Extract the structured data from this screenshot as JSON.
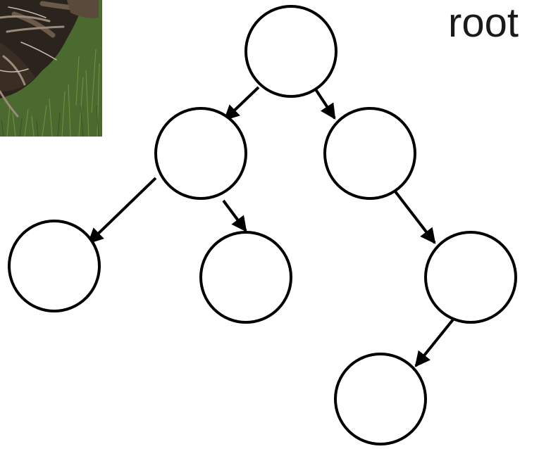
{
  "root_label": "root",
  "photo": {
    "subject": "tree-roots-photo",
    "colors": {
      "grass_dark": "#3c5a2a",
      "grass_light": "#6f8f3f",
      "root_dark": "#2b231d",
      "root_mid": "#5a4a3c",
      "root_light": "#a8998a"
    }
  },
  "tree": {
    "node_fill": "#ffffff",
    "node_stroke": "#000000",
    "edge_color": "#000000",
    "nodes": [
      "root",
      "left",
      "right",
      "left-left",
      "left-right",
      "right-right",
      "right-right-left"
    ],
    "edges": [
      {
        "from": "root",
        "to": "left"
      },
      {
        "from": "root",
        "to": "right"
      },
      {
        "from": "left",
        "to": "left-left"
      },
      {
        "from": "left",
        "to": "left-right"
      },
      {
        "from": "right",
        "to": "right-right"
      },
      {
        "from": "right-right",
        "to": "right-right-left"
      }
    ]
  }
}
